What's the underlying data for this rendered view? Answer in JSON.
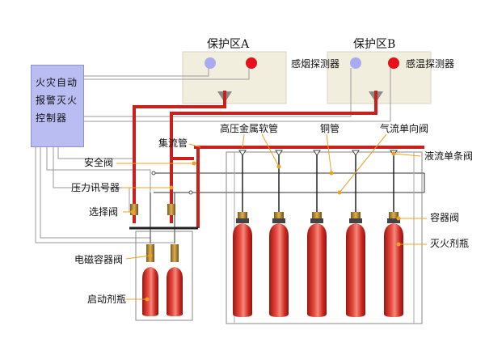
{
  "zones": {
    "a_title": "保护区A",
    "b_title": "保护区B"
  },
  "controller": {
    "line1": "火灾自动",
    "line2": "报警灭火",
    "line3": "控制器"
  },
  "labels": {
    "smoke_detector": "感烟探测器",
    "temp_detector": "感温探测器",
    "hose": "高压金属软管",
    "copper_pipe": "铜管",
    "gas_check_valve": "气流单向阀",
    "manifold": "集流管",
    "liquid_check_valve": "液流单条阀",
    "safety_valve": "安全阀",
    "pressure_switch": "压力讯号器",
    "selector_valve": "选择阀",
    "container_valve": "容器阀",
    "agent_cylinder": "灭火剂瓶",
    "solenoid_valve": "电磁容器阀",
    "starter_cylinder": "启动剂瓶"
  },
  "colors": {
    "pipe_red": "#c8201c",
    "cylinder_red": "#d8322b",
    "leader_orange": "#f0a020",
    "controller_fill": "#b9bdf1",
    "zone_fill": "#f1eede",
    "smoke_detector": "#a9aaf0",
    "temp_detector": "#e8101a"
  }
}
